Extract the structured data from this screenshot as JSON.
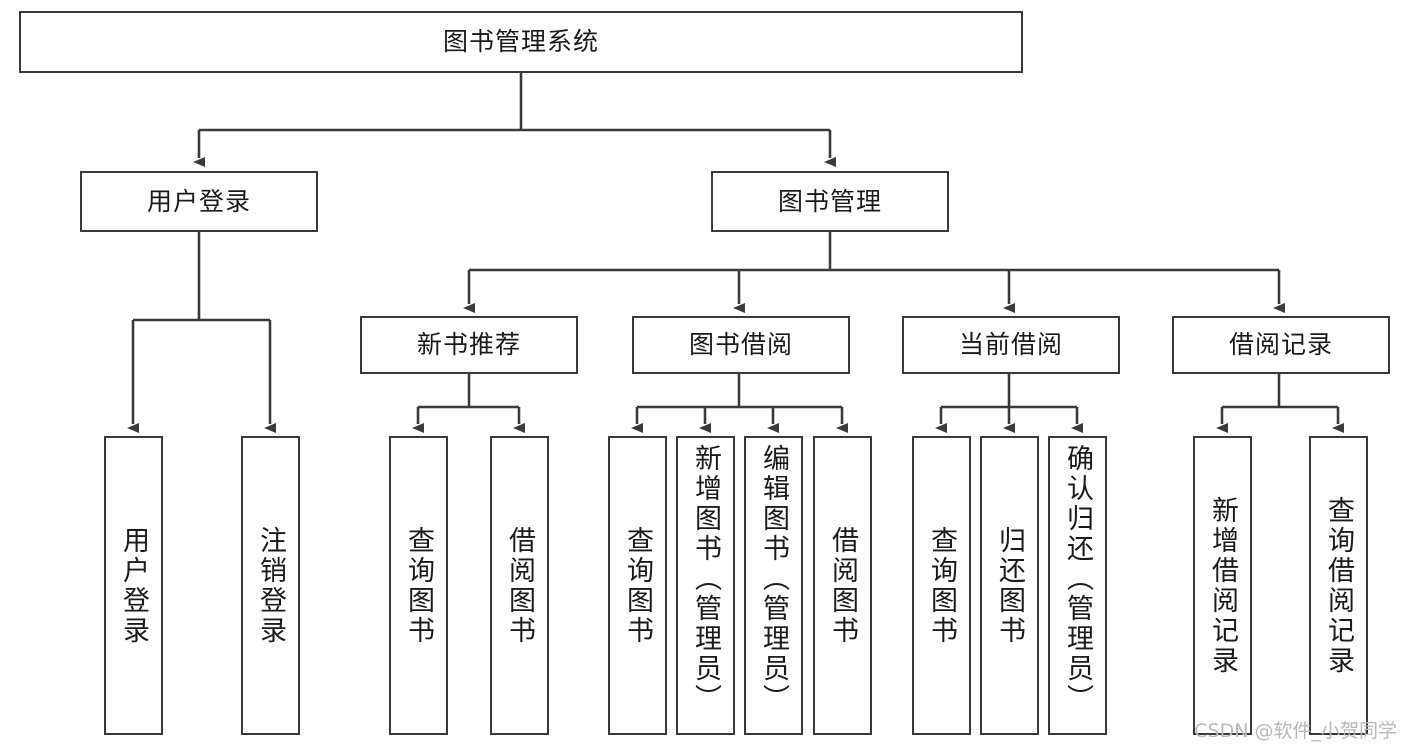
{
  "diagram": {
    "title": "图书管理系统",
    "type": "tree-structure-chart",
    "stroke_color": "#3a3a3a",
    "fill_color": "#ffffff",
    "text_color": "#1b1b1b"
  },
  "root": {
    "label": "图书管理系统"
  },
  "level2": [
    {
      "label": "用户登录"
    },
    {
      "label": "图书管理"
    }
  ],
  "level3": [
    {
      "label": "新书推荐"
    },
    {
      "label": "图书借阅"
    },
    {
      "label": "当前借阅"
    },
    {
      "label": "借阅记录"
    }
  ],
  "leaves": {
    "user_login": [
      {
        "label": "用户登录"
      },
      {
        "label": "注销登录"
      }
    ],
    "new_book": [
      {
        "label": "查询图书"
      },
      {
        "label": "借阅图书"
      }
    ],
    "book_borrow": [
      {
        "label": "查询图书"
      },
      {
        "label": "新增图书（管理员）"
      },
      {
        "label": "编辑图书（管理员）"
      },
      {
        "label": "借阅图书"
      }
    ],
    "current_borrow": [
      {
        "label": "查询图书"
      },
      {
        "label": "归还图书"
      },
      {
        "label": "确认归还（管理员）"
      }
    ],
    "borrow_record": [
      {
        "label": "新增借阅记录"
      },
      {
        "label": "查询借阅记录"
      }
    ]
  },
  "watermark": {
    "text": "CSDN @软件_小贺同学"
  }
}
